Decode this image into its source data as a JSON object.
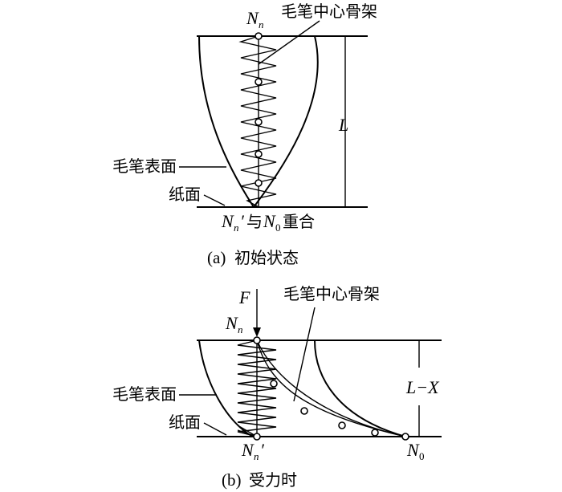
{
  "panel_a": {
    "node_top": "N",
    "node_top_sub": "n",
    "skeleton_label": "毛笔中心骨架",
    "length_label": "L",
    "surface_label": "毛笔表面",
    "paper_label": "纸面",
    "bottom_label_1": "N",
    "bottom_label_1_sub": "n",
    "bottom_label_prime": "′",
    "bottom_label_mid": "与",
    "bottom_label_2": "N",
    "bottom_label_2_sub": "0",
    "bottom_label_end": "重合",
    "caption_prefix": "(a)",
    "caption": "初始状态"
  },
  "panel_b": {
    "force_label": "F",
    "node_top": "N",
    "node_top_sub": "n",
    "skeleton_label": "毛笔中心骨架",
    "length_label": "L−X",
    "surface_label": "毛笔表面",
    "paper_label": "纸面",
    "bottom_left": "N",
    "bottom_left_sub": "n",
    "bottom_left_prime": "′",
    "bottom_right": "N",
    "bottom_right_sub": "0",
    "caption_prefix": "(b)",
    "caption": "受力时"
  }
}
